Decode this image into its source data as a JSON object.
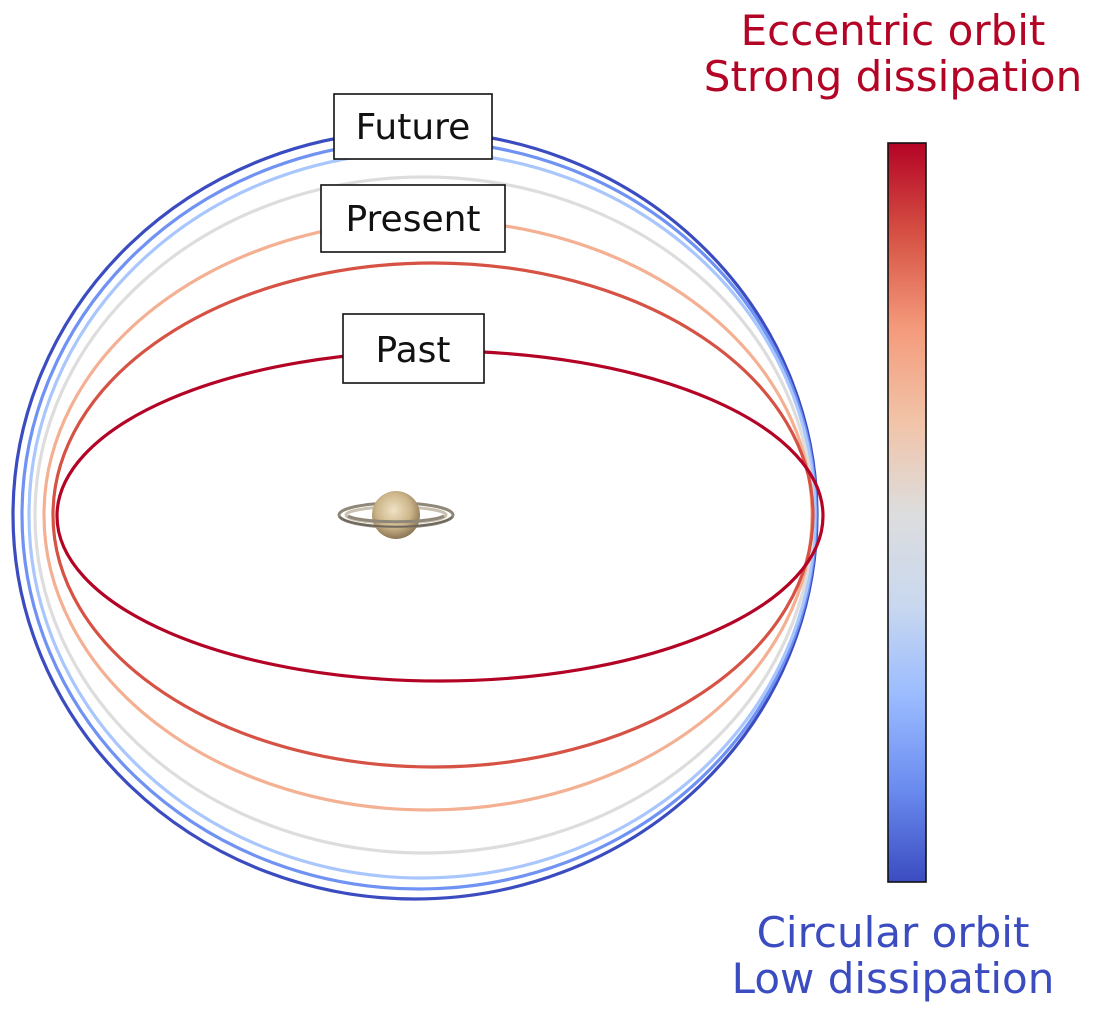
{
  "labels": {
    "future": "Future",
    "present": "Present",
    "past": "Past"
  },
  "colorbar": {
    "top_caption": [
      "Eccentric orbit",
      "Strong dissipation"
    ],
    "bottom_caption": [
      "Circular orbit",
      "Low dissipation"
    ],
    "gradient": [
      "#3b4cc0",
      "#6a8bef",
      "#9abbff",
      "#c9d8ef",
      "#dddddd",
      "#f2c3a7",
      "#f49a7b",
      "#d65244",
      "#b40426"
    ]
  },
  "colors": {
    "top_caption": "#b40426",
    "bottom_caption": "#3b4cc0"
  },
  "orbits": [
    {
      "name": "past",
      "color": "#b40426"
    },
    {
      "name": "mid-1",
      "color": "#d65244"
    },
    {
      "name": "present",
      "color": "#f4b093"
    },
    {
      "name": "mid-2",
      "color": "#dddddd"
    },
    {
      "name": "mid-3",
      "color": "#aac7fd"
    },
    {
      "name": "mid-4",
      "color": "#6f92f3"
    },
    {
      "name": "future",
      "color": "#3b4cc0"
    }
  ],
  "central_body": "saturn-icon"
}
